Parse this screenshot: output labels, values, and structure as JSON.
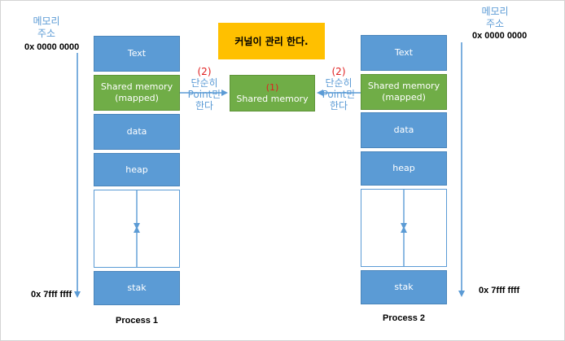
{
  "axis": {
    "label_line1": "메모리",
    "label_line2": "주소",
    "start": "0x 0000 0000",
    "end": "0x 7fff ffff"
  },
  "kernel_note": "커널이 관리 한다.",
  "center": {
    "number": "(1)",
    "label": "Shared memory"
  },
  "pointer_note": {
    "number": "(2)",
    "line1": "단순히",
    "line2": "Point만",
    "line3": "한다"
  },
  "process1": {
    "name": "Process 1",
    "segments": {
      "text": "Text",
      "shared": "Shared memory\n(mapped)",
      "data": "data",
      "heap": "heap",
      "stack": "stak"
    }
  },
  "process2": {
    "name": "Process 2",
    "segments": {
      "text": "Text",
      "shared": "Shared memory\n(mapped)",
      "data": "data",
      "heap": "heap",
      "stack": "stak"
    }
  },
  "colors": {
    "segment": "#5b9bd5",
    "shared": "#70ad47",
    "kernel": "#ffc000",
    "number": "#e02020"
  }
}
